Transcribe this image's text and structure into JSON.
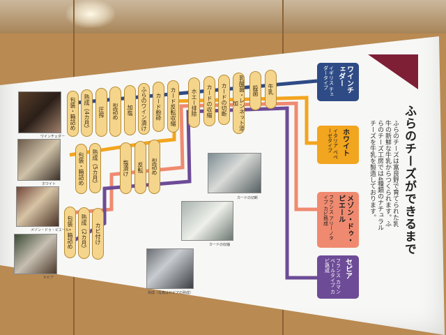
{
  "title": "ふらのチーズができるまで",
  "intro": "ふらのチーズは富良野で育てられた乳牛の新鮮な牛乳からつくられます。ふらのチーズ工房では4種類のナチュラルチーズを牛乳を製造しております。",
  "cheese_types": [
    {
      "name": "ワインチェダー",
      "subtitle": "イギリス チェダータイプ",
      "color": "#2f4b86"
    },
    {
      "name": "ホワイト",
      "subtitle": "イタリア ペペーゼタイプ",
      "color": "#f2a51e"
    },
    {
      "name": "メゾン・ドゥ・ピエール",
      "subtitle": "フランス アリーノタイプ カビ熟成",
      "color": "#ef8a70"
    },
    {
      "name": "セピア",
      "subtitle": "フランス カマンベールタイプ カビ熟成",
      "color": "#6d4b97"
    }
  ],
  "top_steps": [
    "牛乳",
    "殺菌",
    "乳酸菌・レンネット添加",
    "カードの切断",
    "カードの収縮",
    "ホエー排除"
  ],
  "wine_steps": [
    "カード反転収縮",
    "カード粉砕",
    "ふらのワイン漬け",
    "加塩",
    "型詰め",
    "圧搾",
    "熟成（4カ月）",
    "包装・箱詰め"
  ],
  "white_steps": [
    "型詰め",
    "反転",
    "塩漬け",
    "熟成（5カ月）",
    "包装・箱詰め"
  ],
  "munster_steps": [
    "カビ付け",
    "熟成（2カ月）",
    "包装・箱詰め"
  ],
  "photo_captions": {
    "wine_photo": "ワインチェダー",
    "white_photo": "ホワイト",
    "munster_photo": "メゾン・ドゥ・ピエール",
    "sepia_photo": "セピア",
    "cut": "カードの切断",
    "shrink": "カードの収縮",
    "ripening": "熟成（写真はセピアの熟成）"
  },
  "colors": {
    "wine_line": "#2f4b86",
    "white_line": "#f2a51e",
    "munster_line": "#ef8a70",
    "sepia_line": "#6d4b97",
    "pill": "#f5d58c",
    "triangle": "#7e1f36"
  }
}
